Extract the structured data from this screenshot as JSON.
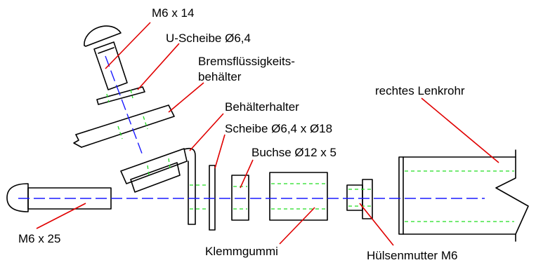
{
  "colors": {
    "outline": "#000000",
    "leader": "#e00000",
    "thread": "#22dd22",
    "axis": "#1a1aff"
  },
  "labels": {
    "m6x14": "M6 x 14",
    "u_scheibe": "U-Scheibe Ø6,4",
    "brems_line1": "Bremsflüssigkeits-",
    "brems_line2": "behälter",
    "behaelterhalter": "Behälterhalter",
    "scheibe": "Scheibe Ø6,4 x Ø18",
    "buchse": "Buchse Ø12 x 5",
    "lenkrohr": "rechtes Lenkrohr",
    "m6x25": "M6 x 25",
    "klemmgummi": "Klemmgummi",
    "huelsenmutter": "Hülsenmutter M6"
  }
}
